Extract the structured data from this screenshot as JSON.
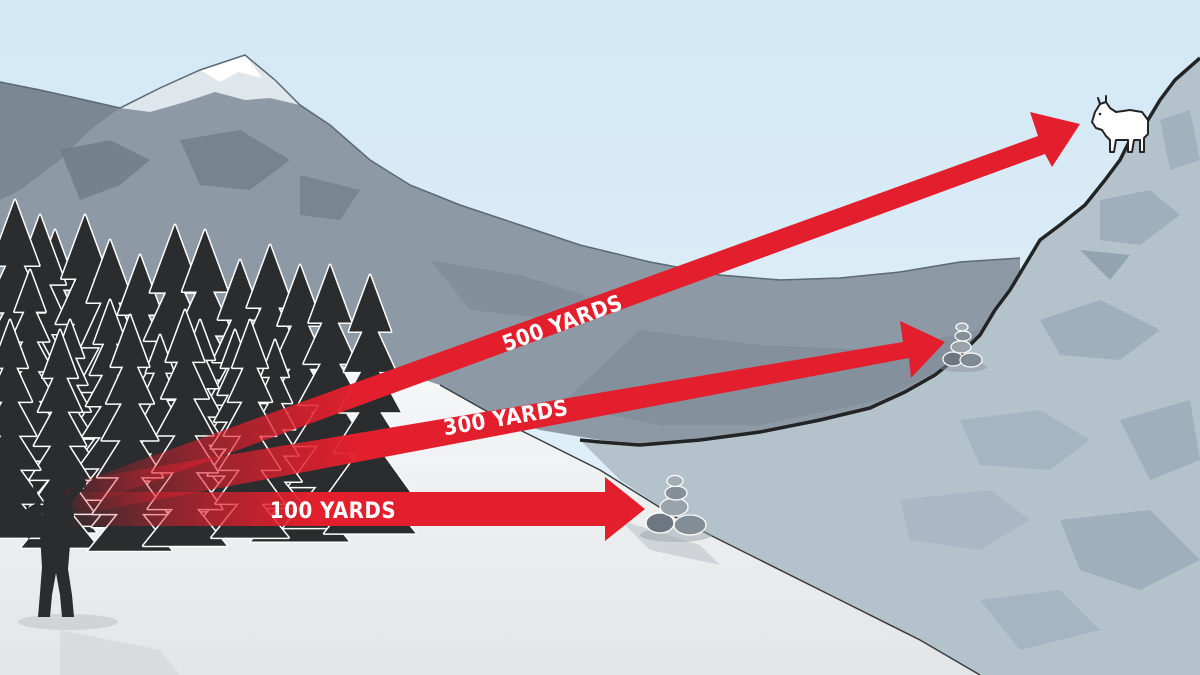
{
  "diagram": {
    "ranges": [
      {
        "id": "100",
        "label": "100 YARDS",
        "target": "rock cairn"
      },
      {
        "id": "300",
        "label": "300 YARDS",
        "target": "rock cairn"
      },
      {
        "id": "500",
        "label": "500 YARDS",
        "target": "mountain goat"
      }
    ]
  },
  "colors": {
    "sky": "#d9ecf7",
    "arrow_red": "#e41f2d",
    "mountain": "#8f9ba6",
    "cliff": "#b3c1cb",
    "snow": "#f1f2f3",
    "silhouette": "#2a2c2e"
  },
  "icons": [
    "hunter-silhouette-icon",
    "binoculars-icon",
    "rock-cairn-icon",
    "mountain-goat-icon",
    "pine-tree-icon"
  ]
}
